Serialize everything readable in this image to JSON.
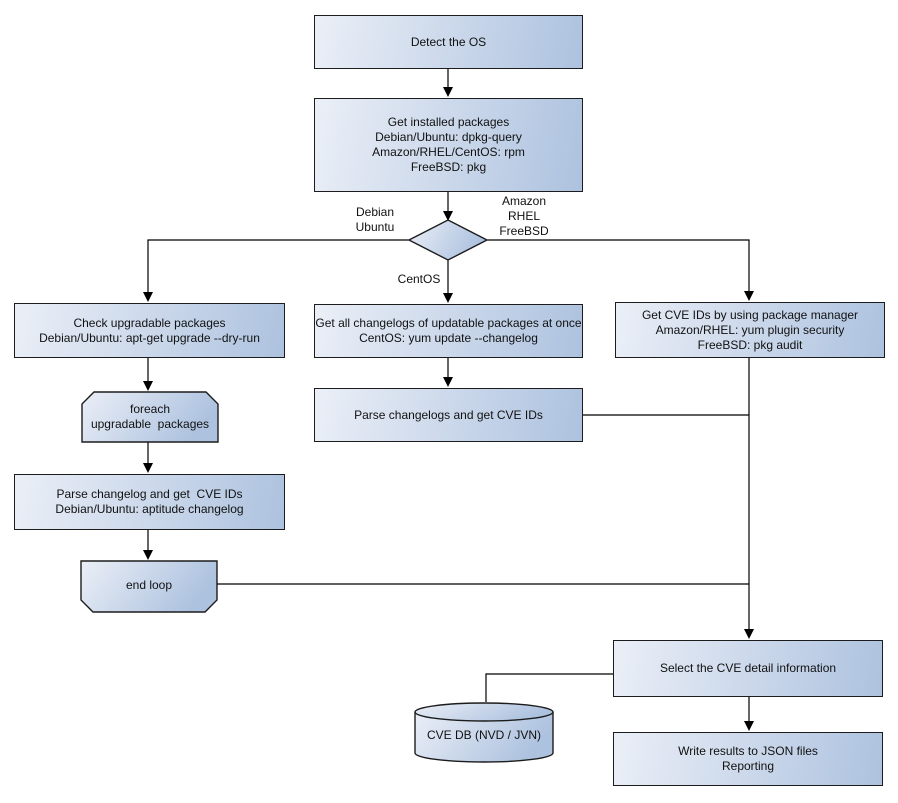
{
  "colors": {
    "node_fill_light": "#ebeff7",
    "node_fill_dark": "#adc2df",
    "node_border": "#1c1c1c",
    "connector": "#000000",
    "background": "#ffffff",
    "text": "#111111"
  },
  "nodes": {
    "detect_os": {
      "label": "Detect the OS"
    },
    "get_installed_packages": {
      "label": "Get installed packages\nDebian/Ubuntu: dpkg-query\nAmazon/RHEL/CentOS: rpm\nFreeBSD: pkg"
    },
    "check_upgradable_packages": {
      "label": "Check upgradable packages\nDebian/Ubuntu: apt-get upgrade --dry-run"
    },
    "foreach_upgradable_packages": {
      "label": "foreach\nupgradable  packages"
    },
    "parse_changelog_debian": {
      "label": "Parse changelog and get  CVE IDs\nDebian/Ubuntu: aptitude changelog"
    },
    "end_loop": {
      "label": "end loop"
    },
    "get_all_changelogs": {
      "label": "Get all changelogs of updatable packages at once\nCentOS: yum update --changelog"
    },
    "parse_changelogs_centos": {
      "label": "Parse changelogs and get CVE IDs"
    },
    "get_cve_ids_package_manager": {
      "label": "Get CVE IDs by using package manager\nAmazon/RHEL: yum plugin security\nFreeBSD: pkg audit"
    },
    "select_cve_detail": {
      "label": "Select the CVE detail information"
    },
    "write_results": {
      "label": "Write results to JSON files\nReporting"
    },
    "cve_db": {
      "label": "CVE DB (NVD / JVN)"
    }
  },
  "branch_labels": {
    "debian_ubuntu": "Debian\nUbuntu",
    "amazon_rhel_freebsd": "Amazon\nRHEL\nFreeBSD",
    "centos": "CentOS"
  }
}
